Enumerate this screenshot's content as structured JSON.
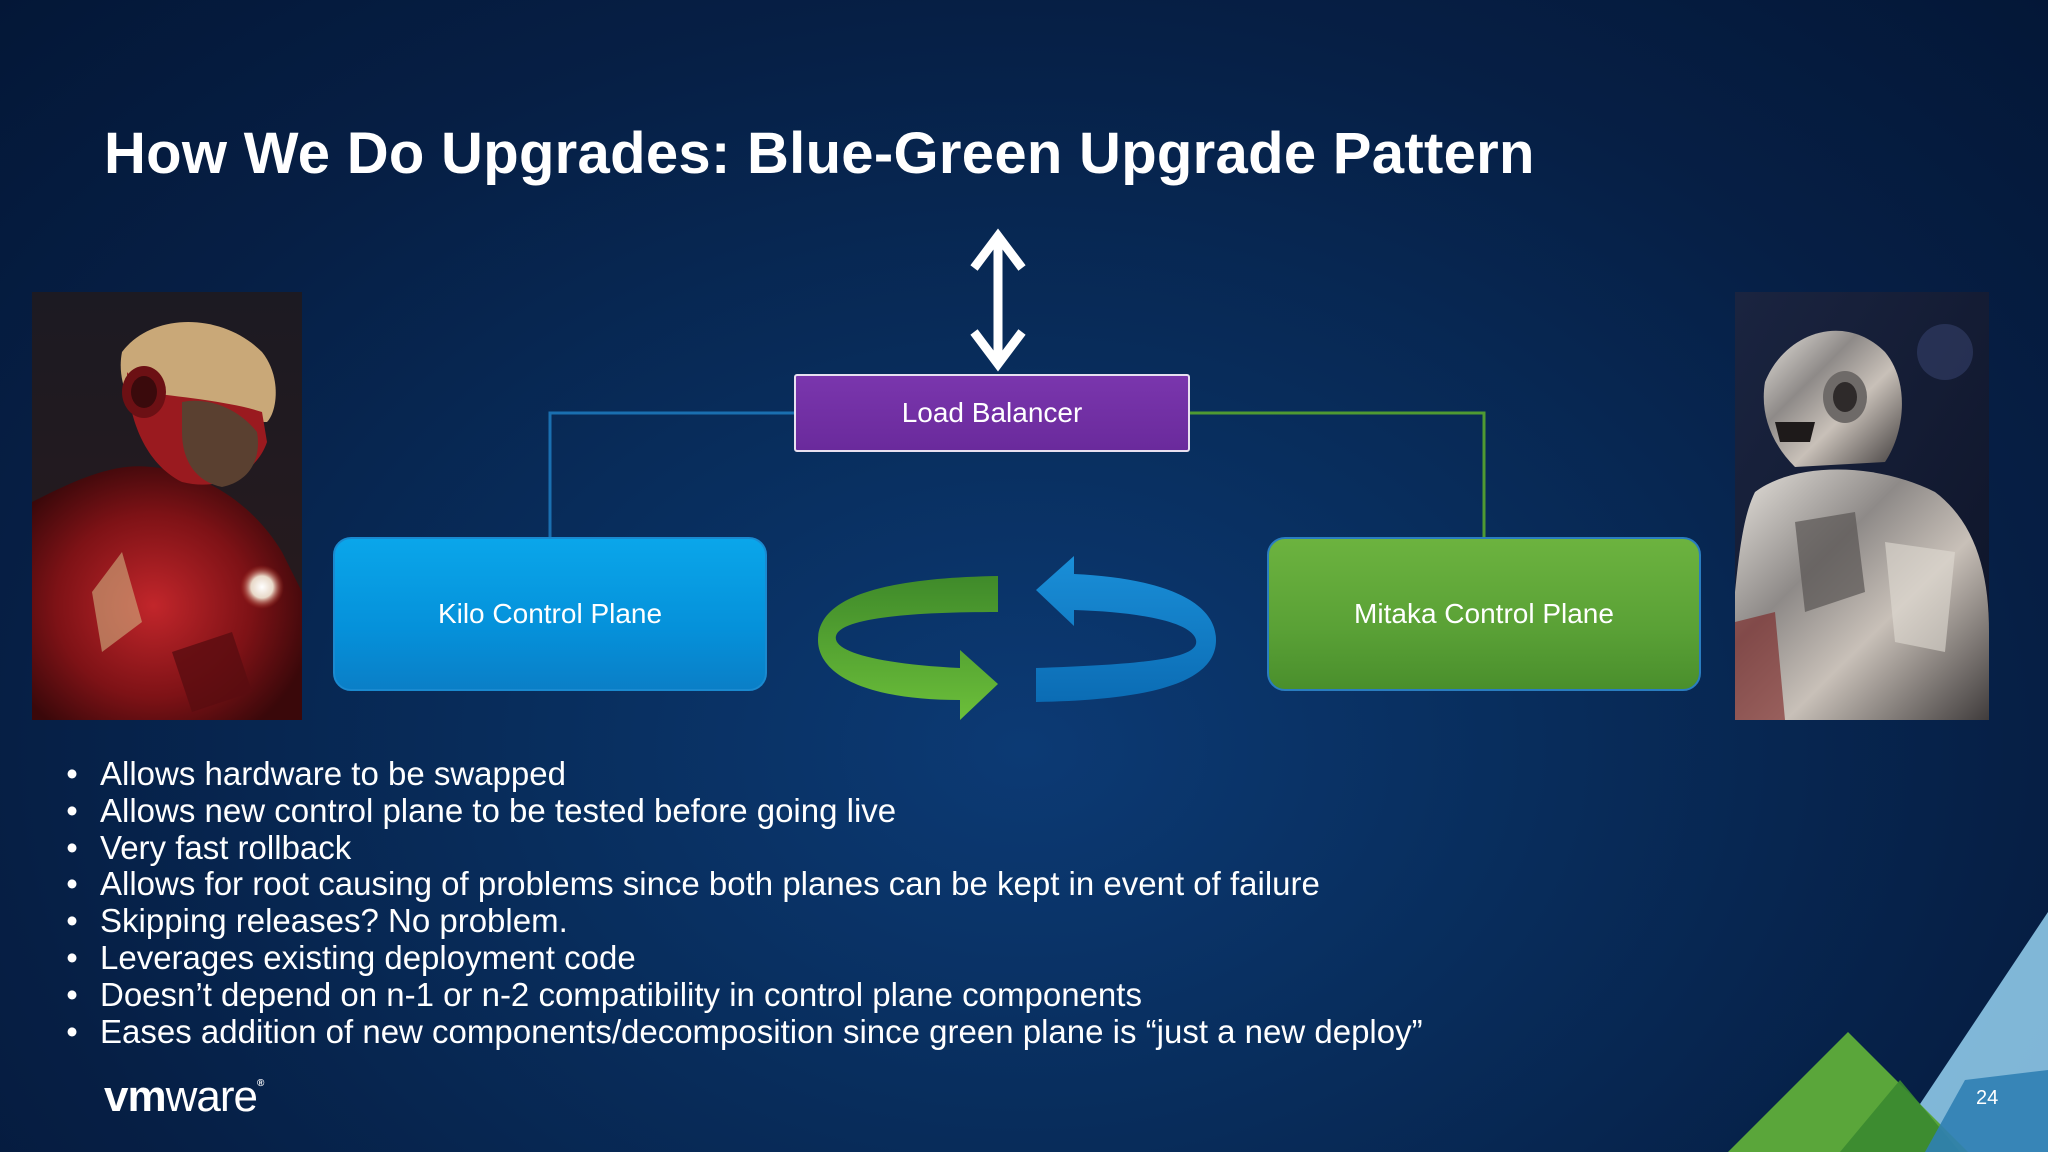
{
  "slide": {
    "title": "How We Do Upgrades: Blue-Green Upgrade Pattern",
    "page_number": "24"
  },
  "diagram": {
    "load_balancer": "Load Balancer",
    "blue_plane": "Kilo Control Plane",
    "green_plane": "Mitaka Control Plane",
    "colors": {
      "load_balancer": "#6f2da8",
      "blue_plane": "#069ae2",
      "green_plane": "#62aa3a",
      "blue_line": "#1a6fb0",
      "green_line": "#4f9a32"
    }
  },
  "bullets": [
    "Allows hardware to be swapped",
    "Allows new control plane to be tested before going live",
    "Very fast rollback",
    "Allows for root causing of problems since both planes can be kept in event of failure",
    "Skipping releases?  No problem.",
    "Leverages existing deployment code",
    "Doesn’t depend on n-1 or n-2 compatibility in control plane components",
    "Eases addition of new components/decomposition since green plane is “just a new deploy”"
  ],
  "logo": {
    "vm": "vm",
    "ware": "ware",
    "mark": "®"
  },
  "images": {
    "left": "red-gold-armor-portrait",
    "right": "silver-armor-portrait"
  }
}
